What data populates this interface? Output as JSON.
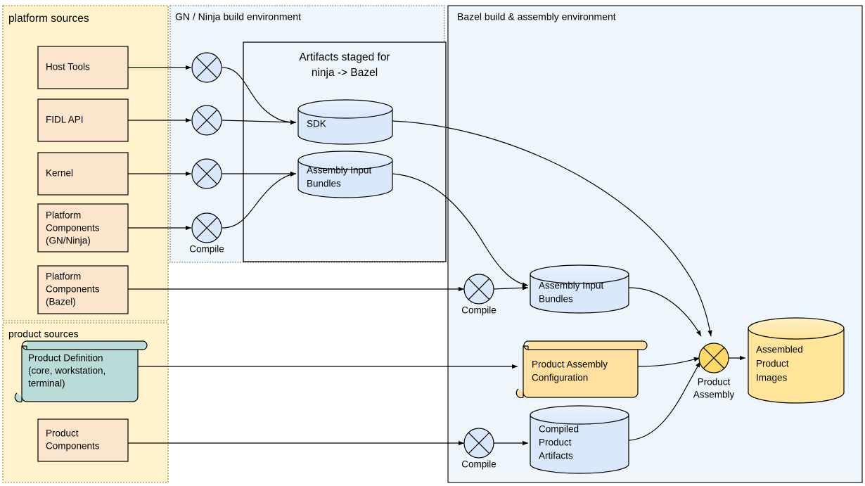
{
  "colors": {
    "source_box_fill": "#fce5cd",
    "source_box_stroke": "#000000",
    "platform_zone_fill": "#fff2cc",
    "platform_zone_stroke": "#9a7d0a",
    "build_zone_fill": "#eef6fb",
    "build_zone_stroke": "#000000",
    "cylinder_fill": "#dae8fc",
    "cylinder_fill_light": "#e4eefb",
    "yellow_fill": "#ffe599",
    "yellow_doc_fill": "#ffe0a0",
    "teal_doc_fill": "#b9dcd8",
    "op_node_fill": "#dae8fc",
    "op_node_yellow_fill": "#ffd966",
    "edge_stroke": "#000000"
  },
  "zones": {
    "platform_sources": {
      "label": "platform sources"
    },
    "product_sources": {
      "label": "product sources"
    },
    "gn_ninja": {
      "label": "GN / Ninja build environment"
    },
    "bazel": {
      "label": "Bazel build & assembly environment"
    },
    "artifacts_staged": {
      "label_line1": "Artifacts staged for",
      "label_line2": "ninja -> Bazel"
    }
  },
  "platform_sources": [
    {
      "id": "host-tools",
      "lines": [
        "Host Tools"
      ]
    },
    {
      "id": "fidl-api",
      "lines": [
        "FIDL API"
      ]
    },
    {
      "id": "kernel",
      "lines": [
        "Kernel"
      ]
    },
    {
      "id": "platform-components-gn-ninja",
      "lines": [
        "Platform",
        "Components",
        "(GN/Ninja)"
      ]
    },
    {
      "id": "platform-components-bazel",
      "lines": [
        "Platform",
        "Components",
        "(Bazel)"
      ]
    }
  ],
  "product_sources": [
    {
      "id": "product-definition",
      "lines": [
        "Product Definition",
        "(core, workstation,",
        "terminal)"
      ],
      "shape": "document"
    },
    {
      "id": "product-components",
      "lines": [
        "Product",
        "Components"
      ],
      "shape": "rect"
    }
  ],
  "operations": [
    {
      "id": "compile-host-tools",
      "label": ""
    },
    {
      "id": "compile-fidl-api",
      "label": ""
    },
    {
      "id": "compile-kernel",
      "label": ""
    },
    {
      "id": "compile-platform-components",
      "label": "Compile"
    },
    {
      "id": "compile-platform-bazel",
      "label": "Compile"
    },
    {
      "id": "compile-product-components",
      "label": "Compile"
    },
    {
      "id": "product-assembly",
      "label_line1": "Product",
      "label_line2": "Assembly"
    }
  ],
  "artifacts": {
    "sdk": {
      "lines": [
        "SDK"
      ]
    },
    "assembly_input_bundles_ninja": {
      "lines": [
        "Assembly Input",
        "Bundles"
      ]
    },
    "assembly_input_bundles_bazel": {
      "lines": [
        "Assembly Input",
        "Bundles"
      ]
    },
    "product_assembly_configuration": {
      "lines": [
        "Product Assembly",
        "Configuration"
      ]
    },
    "compiled_product_artifacts": {
      "lines": [
        "Compiled",
        "Product",
        "Artifacts"
      ]
    },
    "assembled_product_images": {
      "lines": [
        "Assembled",
        "Product",
        "Images"
      ]
    }
  }
}
